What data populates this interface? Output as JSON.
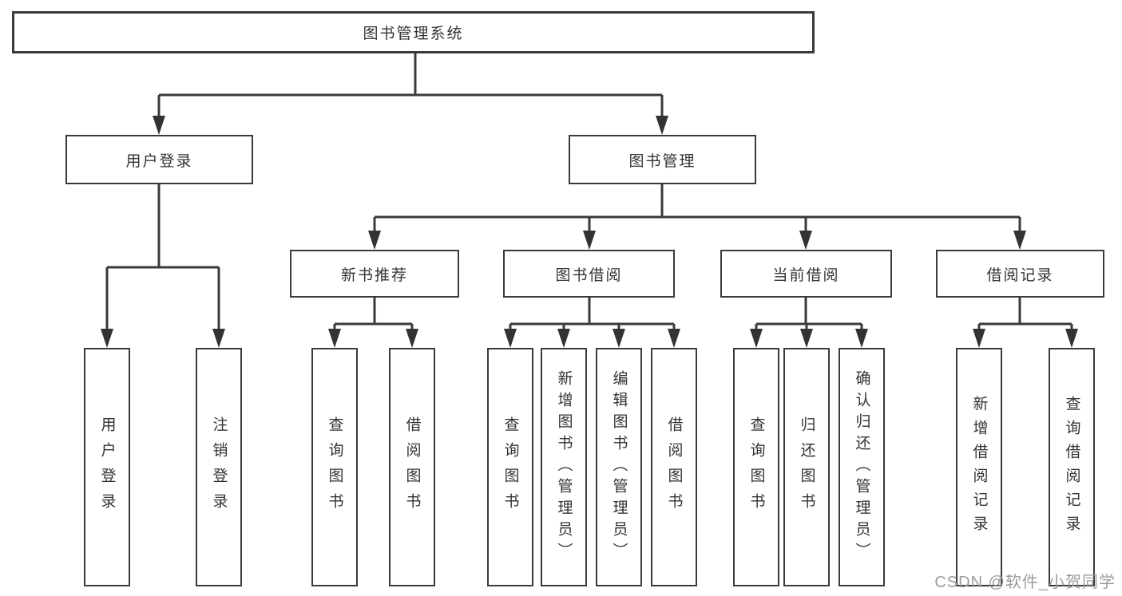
{
  "diagram_title": "图书管理系统",
  "nodes": {
    "root": "图书管理系统",
    "level2": {
      "user_login": "用户登录",
      "book_mgmt": "图书管理"
    },
    "level3": {
      "new_book": "新书推荐",
      "book_borrow": "图书借阅",
      "current_borrow": "当前借阅",
      "borrow_record": "借阅记录"
    },
    "leaves": {
      "user_login": "用户登录",
      "logout": "注销登录",
      "nb_query": "查询图书",
      "nb_borrow": "借阅图书",
      "bb_query": "查询图书",
      "bb_add": "新增图书（管理员）",
      "bb_edit": "编辑图书（管理员）",
      "bb_borrow": "借阅图书",
      "cb_query": "查询图书",
      "cb_return": "归还图书",
      "cb_confirm": "确认归还（管理员）",
      "br_add": "新增借阅记录",
      "br_query": "查询借阅记录"
    }
  },
  "hierarchy": {
    "图书管理系统": {
      "用户登录": [
        "用户登录",
        "注销登录"
      ],
      "图书管理": {
        "新书推荐": [
          "查询图书",
          "借阅图书"
        ],
        "图书借阅": [
          "查询图书",
          "新增图书（管理员）",
          "编辑图书（管理员）",
          "借阅图书"
        ],
        "当前借阅": [
          "查询图书",
          "归还图书",
          "确认归还（管理员）"
        ],
        "借阅记录": [
          "新增借阅记录",
          "查询借阅记录"
        ]
      }
    }
  },
  "watermark": "CSDN @软件_小贺同学",
  "colors": {
    "line": "#3a3a3a",
    "text": "#333333",
    "watermark_text": "#9c9c9c",
    "background": "#ffffff"
  }
}
